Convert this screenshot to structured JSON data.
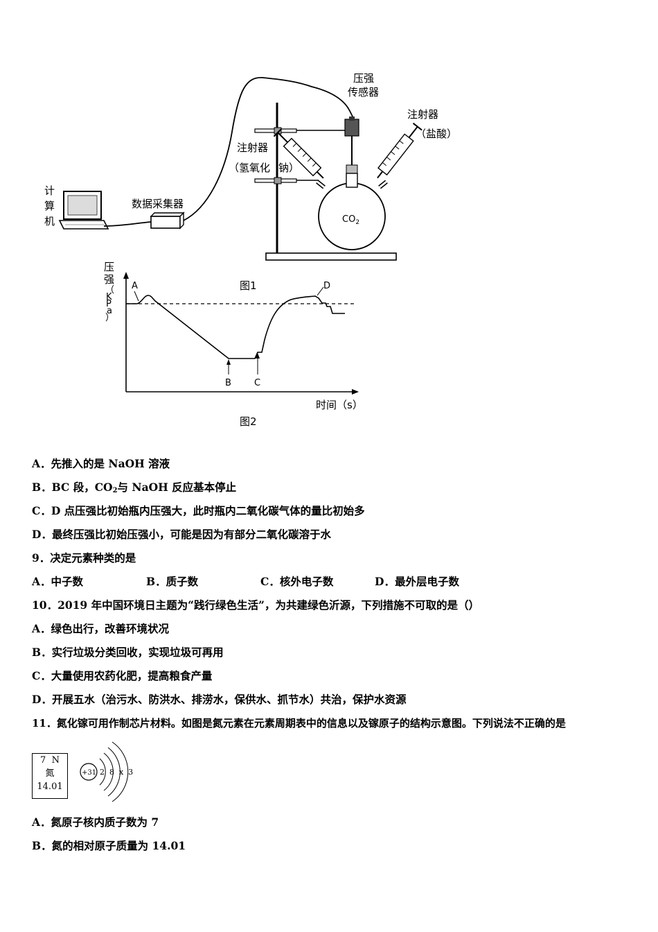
{
  "figure1": {
    "sensor_label_1": "压强",
    "sensor_label_2": "传感器",
    "syringe_right_label": "注射器",
    "syringe_right_content": "（盐酸）",
    "syringe_left_label": "注射器",
    "syringe_left_content_a": "（氢氧化",
    "syringe_left_content_b": "钠）",
    "computer_label": [
      "计",
      "算",
      "机"
    ],
    "collector_label": "数据采集器",
    "flask_label": "CO",
    "flask_label_sub": "2",
    "caption": "图1"
  },
  "figure2": {
    "ylabel": [
      "压",
      "强",
      "（",
      "K",
      "P",
      "a",
      "）"
    ],
    "xlabel": "时间（s）",
    "point_labels": {
      "A": "A",
      "B": "B",
      "C": "C",
      "D": "D"
    },
    "caption": "图2"
  },
  "q8_options": {
    "A": "A．先推入的是 NaOH 溶液",
    "B_pre": "B．BC 段，CO",
    "B_sub": "2",
    "B_post": "与 NaOH 反应基本停止",
    "C": "C．D 点压强比初始瓶内压强大，此时瓶内二氧化碳气体的量比初始多",
    "D": "D．最终压强比初始压强小，可能是因为有部分二氧化碳溶于水"
  },
  "q9": {
    "stem": "9．决定元素种类的是",
    "A": "A．中子数",
    "B": "B．质子数",
    "C": "C．核外电子数",
    "D": "D．最外层电子数"
  },
  "q10": {
    "stem": "10．2019 年中国环境日主题为“践行绿色生活”，为共建绿色沂源，下列措施不可取的是（）",
    "A": "A．绿色出行，改善环境状况",
    "B": "B．实行垃圾分类回收，实现垃圾可再用",
    "C": "C．大量使用农药化肥，提高粮食产量",
    "D": "D．开展五水（治污水、防洪水、排涝水，保供水、抓节水）共治，保护水资源"
  },
  "q11": {
    "stem": "11．氮化镓可用作制芯片材料。如图是氮元素在元素周期表中的信息以及镓原子的结构示意图。下列说法不正确的是",
    "element": {
      "number": "7",
      "symbol": "N",
      "name": "氮",
      "mass": "14.01"
    },
    "atom": {
      "nucleus": "+31",
      "shells": "2  8  x  3"
    },
    "A": "A．氮原子核内质子数为 7",
    "B": "B．氮的相对原子质量为 14.01"
  }
}
